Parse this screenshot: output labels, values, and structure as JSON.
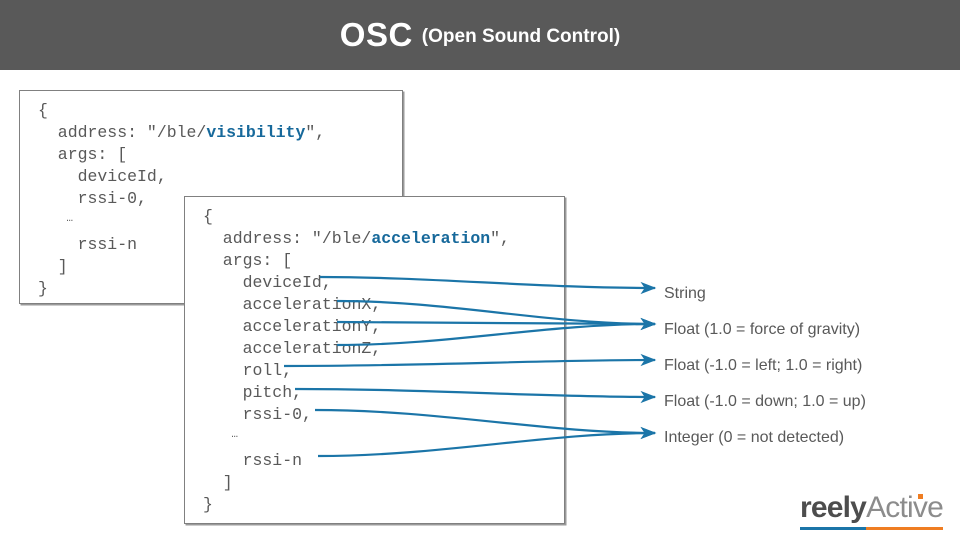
{
  "header": {
    "title_main": "OSC",
    "title_sub": "(Open Sound Control)",
    "background_color": "#595959",
    "text_color": "#ffffff"
  },
  "colors": {
    "accent_blue": "#1b75a8",
    "keyword_blue": "#17699b",
    "code_gray": "#595959",
    "box_border": "#808080",
    "logo_orange": "#ef7d22",
    "logo_blue": "#1b75a8"
  },
  "code_blocks": [
    {
      "id": "visibility",
      "name": "osc-message-visibility",
      "address_path": "/ble/",
      "address_keyword": "visibility",
      "lines": [
        "{",
        "  address: \"/ble/",
        "  args: [",
        "    deviceId,",
        "    rssi-0,",
        "    …",
        "    rssi-n",
        "  ]",
        "}"
      ],
      "args": [
        "deviceId",
        "rssi-0",
        "…",
        "rssi-n"
      ]
    },
    {
      "id": "acceleration",
      "name": "osc-message-acceleration",
      "address_path": "/ble/",
      "address_keyword": "acceleration",
      "lines": [
        "{",
        "  address: \"/ble/",
        "  args: [",
        "    deviceId,",
        "    accelerationX,",
        "    accelerationY,",
        "    accelerationZ,",
        "    roll,",
        "    pitch,",
        "    rssi-0,",
        "    …",
        "    rssi-n",
        "  ]",
        "}"
      ],
      "args": [
        "deviceId",
        "accelerationX",
        "accelerationY",
        "accelerationZ",
        "roll",
        "pitch",
        "rssi-0",
        "…",
        "rssi-n"
      ]
    }
  ],
  "code_tokens": {
    "brace_open": "{",
    "brace_close": "}",
    "bracket_open": "  args: [",
    "bracket_close": "  ]",
    "address_prefix": "  address: \"/ble/",
    "address_suffix": "\",",
    "arg_deviceId": "    deviceId,",
    "arg_accelerationX": "    accelerationX,",
    "arg_accelerationY": "    accelerationY,",
    "arg_accelerationZ": "    accelerationZ,",
    "arg_roll": "    roll,",
    "arg_pitch": "    pitch,",
    "arg_rssi0": "    rssi-0,",
    "arg_ellipsis": "    …",
    "arg_rssin": "    rssi-n"
  },
  "legend": [
    {
      "label": "String",
      "maps_from": [
        "deviceId"
      ]
    },
    {
      "label": "Float (1.0 = force of gravity)",
      "maps_from": [
        "accelerationX",
        "accelerationY",
        "accelerationZ"
      ]
    },
    {
      "label": "Float (-1.0 = left; 1.0 = right)",
      "maps_from": [
        "roll"
      ]
    },
    {
      "label": "Float (-1.0 = down; 1.0 = up)",
      "maps_from": [
        "pitch"
      ]
    },
    {
      "label": "Integer (0 = not detected)",
      "maps_from": [
        "rssi-0",
        "rssi-n"
      ]
    }
  ],
  "logo": {
    "part1": "reely",
    "part2": "Active"
  }
}
